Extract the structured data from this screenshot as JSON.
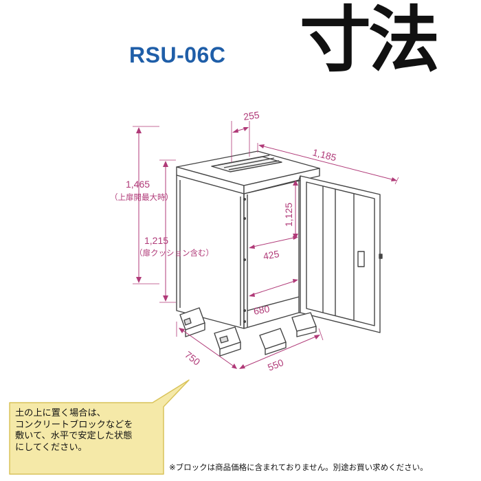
{
  "header": {
    "model": "RSU-06C",
    "heading": "寸法"
  },
  "dimensions": {
    "top_vent_width": "255",
    "total_depth_open": "1,185",
    "height_max_open": "1,465",
    "height_max_open_note": "（上扉開最大時）",
    "height_body": "1,215",
    "height_body_note": "（扉クッション含む）",
    "door_opening_height": "1,125",
    "door_opening_width": "425",
    "inner_depth": "680",
    "base_depth": "750",
    "base_width": "550"
  },
  "note": {
    "lines": [
      "土の上に置く場合は、",
      "コンクリートブロックなどを",
      "敷いて、水平で安定した状態",
      "にしてください。"
    ]
  },
  "footnote": "※ブロックは商品価格に含まれておりません。別途お買い求めください。",
  "colors": {
    "accent_title": "#1f5ea8",
    "dimension": "#b03a78",
    "note_fill": "#f5e9a8",
    "note_border": "#d9c35a",
    "line": "#444444"
  }
}
